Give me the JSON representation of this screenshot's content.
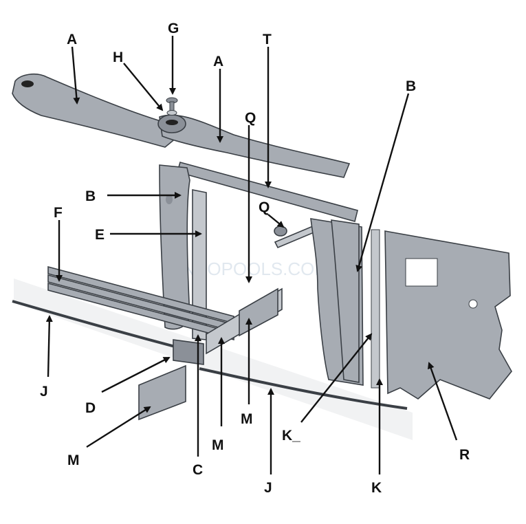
{
  "watermark": "INYOPOOLS.COM",
  "colors": {
    "part_fill": "#a7acb3",
    "part_shade": "#8b9098",
    "part_light": "#c4c8cd",
    "outline": "#3a3f45",
    "label": "#111111",
    "ground_band": "#f1f2f3"
  },
  "labels": {
    "A1": "A",
    "A2": "A",
    "G": "G",
    "H": "H",
    "T": "T",
    "Q1": "Q",
    "Q2": "Q",
    "B1": "B",
    "B2": "B",
    "E": "E",
    "F": "F",
    "J1": "J",
    "J2": "J",
    "D": "D",
    "M1": "M",
    "M2": "M",
    "M3": "M",
    "C": "C",
    "K1": "K_",
    "K2": "K",
    "R": "R"
  }
}
